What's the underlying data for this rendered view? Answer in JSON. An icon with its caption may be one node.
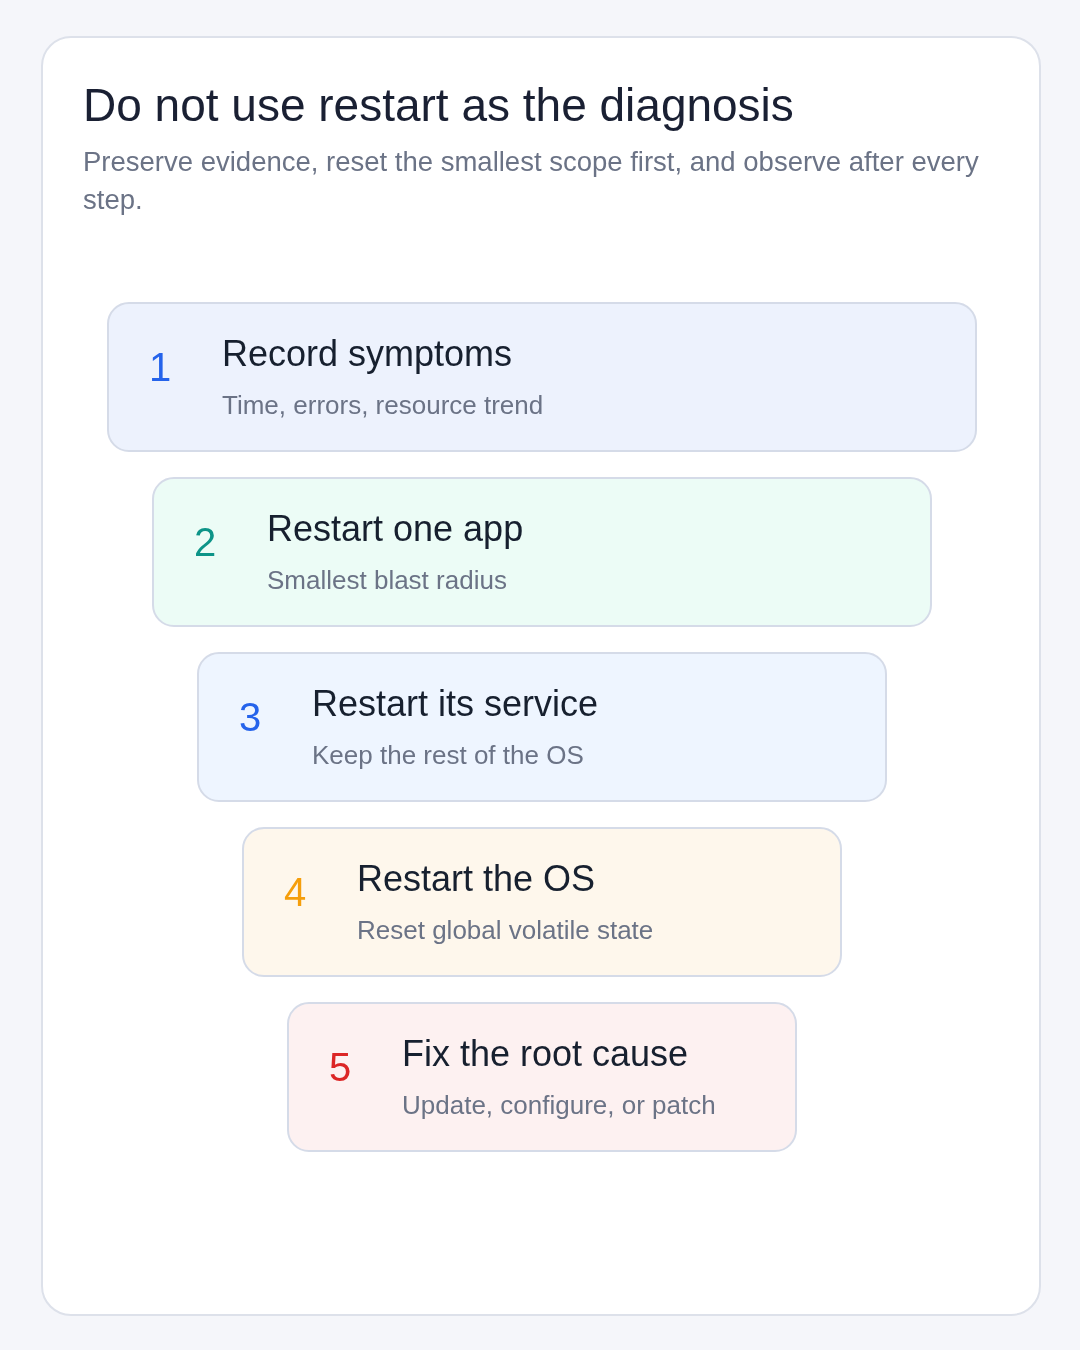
{
  "diagram": {
    "title": "Do not use restart as the diagnosis",
    "nodes": [
      {
        "text": [
          "1",
          "Record symptoms",
          "Time, errors, resource trend"
        ]
      },
      {
        "text": [
          "2",
          "Restart one app",
          "Smallest blast radius"
        ]
      },
      {
        "text": [
          "3",
          "Restart its service",
          "Keep the rest of the OS"
        ]
      },
      {
        "text": [
          "4",
          "Restart the OS",
          "Reset global volatile state"
        ]
      },
      {
        "text": [
          "5",
          "Fix the root cause",
          "Update, configure, or patch"
        ]
      }
    ],
    "edges": [],
    "labels": [
      "Preserve evidence, reset the smallest scope first, and observe after every step."
    ]
  }
}
